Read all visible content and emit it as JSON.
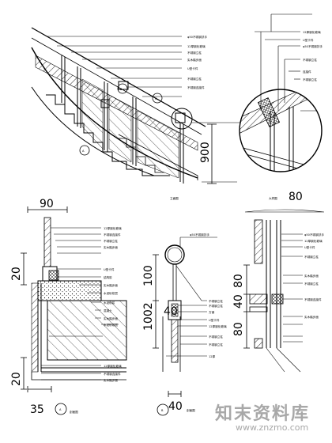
{
  "dimensions": {
    "d900": "900",
    "d80_top": "80",
    "d90": "90",
    "d20_top": "20",
    "d20_bottom": "20",
    "d35": "35",
    "d100": "100",
    "d1002": "1002",
    "d40_mid": "40",
    "d40_bottom": "40",
    "d80_a": "80",
    "d40_c": "40",
    "d80_b": "80"
  },
  "callouts": {
    "a": "A",
    "b": "B",
    "c": "C",
    "bubble_a": "A",
    "bubble_b": "B"
  },
  "section_labels": {
    "main": "立面图",
    "detail": "大样图",
    "a": "剖面图",
    "b": "剖面图"
  },
  "notes": {
    "top_elev": [
      "φ50不锈钢扶手",
      "12厚钢化玻璃",
      "不锈钢立柱",
      "实木踏步面",
      "U型卡件",
      "不锈钢立柱",
      "不锈钢连接件"
    ],
    "top_detail": [
      "12厚钢化玻璃",
      "U型卡件",
      "φ50不锈钢扶手",
      "不锈钢立柱",
      "连接件",
      "不锈钢立柱"
    ],
    "sec_a": [
      "12厚钢化玻璃",
      "不锈钢连接件",
      "不锈钢立柱",
      "实木踏步面",
      "U型卡件",
      "结构胶",
      "实木踏步面",
      "水泥砂浆层",
      "水泥砂浆",
      "混凝土",
      "实木踏步面",
      "水泥砂浆层",
      "12厚钢化玻璃",
      "不锈钢连接件",
      "实木踏步面"
    ],
    "sec_b": [
      "φ50不锈钢扶手",
      "不锈钢立柱",
      "不锈钢立柱",
      "方钢",
      "U型卡件",
      "12厚钢化玻璃",
      "不锈钢立柱",
      "不锈钢立柱",
      "12厚"
    ],
    "sec_c": [
      "φ50不锈钢扶手",
      "12厚钢化玻璃",
      "U型卡件",
      "不锈钢立柱",
      "实木踏步面",
      "不锈钢立柱",
      "不锈钢连接件",
      "实木踏步面"
    ]
  },
  "watermark": {
    "brand": "知末资料库",
    "url": "www.znzmo.com"
  }
}
